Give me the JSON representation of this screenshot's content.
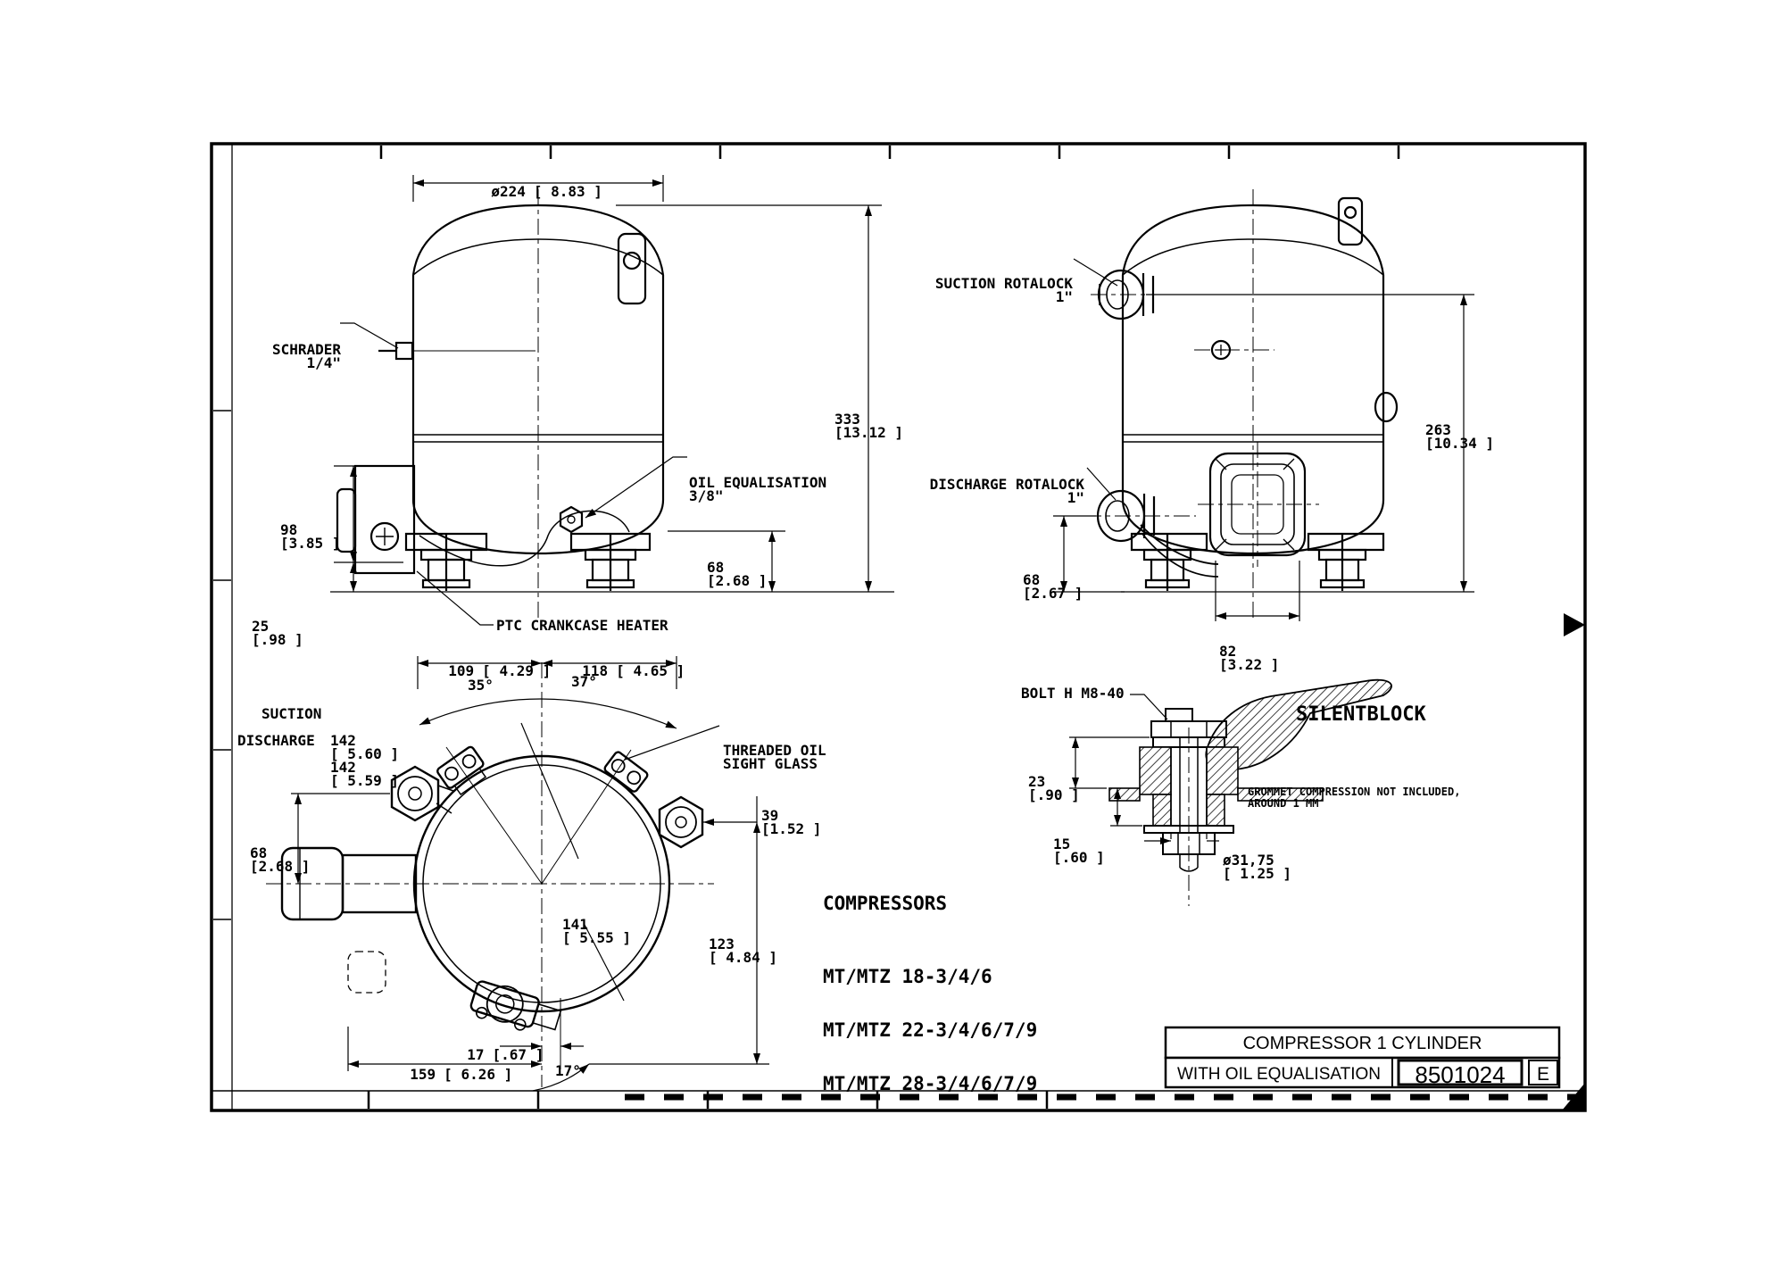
{
  "drawing": {
    "front_view": {
      "dia_label": {
        "v": "ø224",
        "in": "[ 8.83 ]"
      },
      "schrader": {
        "l1": "SCHRADER",
        "l2": "1/4\""
      },
      "oil_eq": {
        "l1": "OIL EQUALISATION",
        "l2": "3/8\""
      },
      "dim_333": {
        "v": "333",
        "in": "[13.12 ]"
      },
      "dim_68": {
        "v": "68",
        "in": "[2.68 ]"
      },
      "dim_98": {
        "v": "98",
        "in": "[3.85 ]"
      },
      "dim_25": {
        "v": "25",
        "in": "[.98 ]"
      },
      "ptc": "PTC CRANKCASE HEATER"
    },
    "side_view": {
      "suction": {
        "l1": "SUCTION ROTALOCK",
        "l2": "1\""
      },
      "discharge": {
        "l1": "DISCHARGE ROTALOCK",
        "l2": "1\""
      },
      "dim_263": {
        "v": "263",
        "in": "[10.34 ]"
      },
      "dim_68": {
        "v": "68",
        "in": "[2.67 ]"
      },
      "dim_82": {
        "v": "82",
        "in": "[3.22 ]"
      }
    },
    "top_view": {
      "dim_109": {
        "v": "109",
        "in": "[ 4.29 ]"
      },
      "dim_118": {
        "v": "118",
        "in": "[ 4.65 ]"
      },
      "ang_35": "35°",
      "ang_37": "37°",
      "suction_label": "SUCTION",
      "suction_dim": {
        "v": "142",
        "in": "[ 5.60 ]"
      },
      "discharge_label": "DISCHARGE",
      "discharge_dim": {
        "v": "142",
        "in": "[ 5.59 ]"
      },
      "sight_glass": {
        "l1": "THREADED OIL",
        "l2": "SIGHT GLASS"
      },
      "dim_39": {
        "v": "39",
        "in": "[1.52 ]"
      },
      "dim_68": {
        "v": "68",
        "in": "[2.68 ]"
      },
      "dim_141": {
        "v": "141",
        "in": "[ 5.55 ]"
      },
      "dim_123": {
        "v": "123",
        "in": "[ 4.84 ]"
      },
      "dim_17": {
        "v": "17",
        "in": "[.67 ]"
      },
      "dim_159": {
        "v": "159",
        "in": "[ 6.26 ]"
      },
      "ang_17": "17°"
    },
    "silentblock": {
      "bolt": "BOLT H M8-40",
      "title": "SILENTBLOCK",
      "dim_23": {
        "v": "23",
        "in": "[.90 ]"
      },
      "dim_15": {
        "v": "15",
        "in": "[.60 ]"
      },
      "dia": {
        "v": "ø31,75",
        "in": "[ 1.25 ]"
      },
      "note_l1": "GROMMET COMPRESSION NOT INCLUDED,",
      "note_l2": "AROUND 1 MM"
    },
    "compressors": {
      "title": "COMPRESSORS",
      "models": [
        "MT/MTZ 18-3/4/6",
        "MT/MTZ 22-3/4/6/7/9",
        "MT/MTZ 28-3/4/6/7/9"
      ]
    },
    "title_block": {
      "line1": "COMPRESSOR 1 CYLINDER",
      "line2": "WITH OIL EQUALISATION",
      "number": "8501024",
      "revision": "E"
    }
  }
}
